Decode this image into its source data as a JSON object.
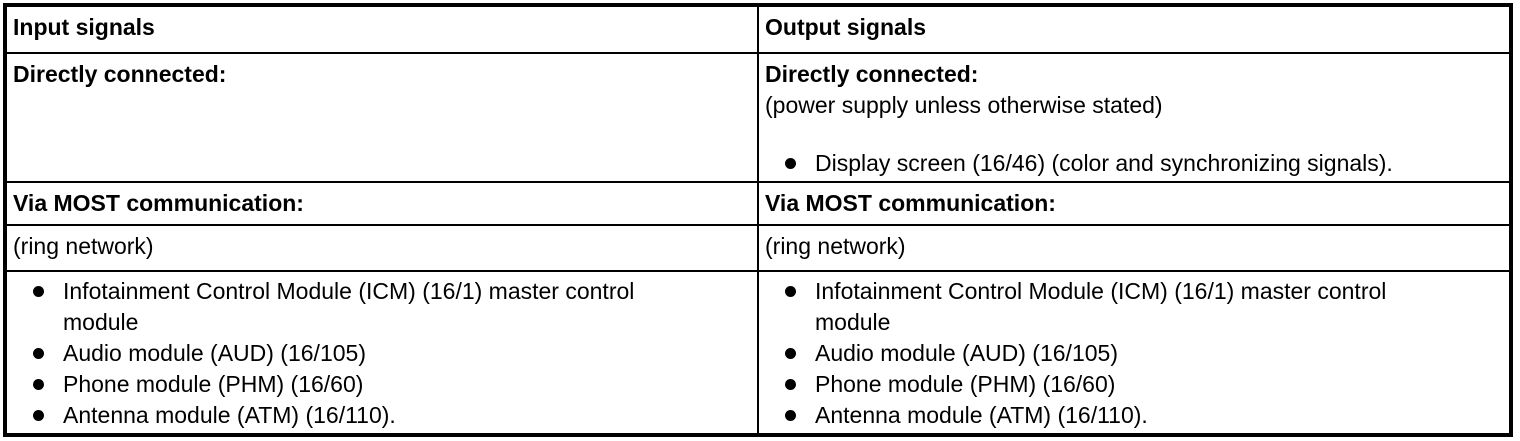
{
  "colors": {
    "text": "#000000",
    "border": "#000000",
    "background": "#ffffff"
  },
  "table": {
    "headers": {
      "input": "Input signals",
      "output": "Output signals"
    },
    "input_column": {
      "directly_connected_title": "Directly connected:",
      "via_most_title": "Via MOST communication:",
      "ring_network_note": "(ring network)",
      "most_modules": [
        "Infotainment Control Module (ICM) (16/1) master control module",
        "Audio module (AUD) (16/105)",
        "Phone module (PHM) (16/60)",
        "Antenna module (ATM) (16/110)."
      ]
    },
    "output_column": {
      "directly_connected_title": "Directly connected:",
      "directly_connected_note": "(power supply unless otherwise stated)",
      "directly_connected_items": [
        "Display screen (16/46) (color and synchronizing signals)."
      ],
      "via_most_title": "Via MOST communication:",
      "ring_network_note": "(ring network)",
      "most_modules": [
        "Infotainment Control Module (ICM) (16/1) master control module",
        "Audio module (AUD) (16/105)",
        "Phone module (PHM) (16/60)",
        "Antenna module (ATM) (16/110)."
      ]
    }
  }
}
